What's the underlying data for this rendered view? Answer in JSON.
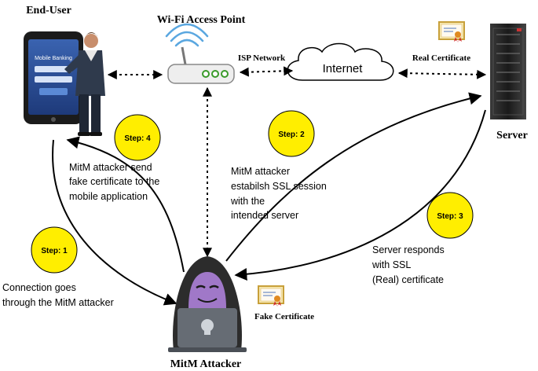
{
  "nodes": {
    "end_user": "End-User",
    "access_point": "Wi-Fi Access Point",
    "server": "Server",
    "attacker": "MitM Attacker",
    "internet": "Internet"
  },
  "links": {
    "isp_network": "ISP Network",
    "real_certificate": "Real Certificate",
    "fake_certificate": "Fake Certificate"
  },
  "phone_screen": {
    "title": "Mobile Banking"
  },
  "steps": [
    {
      "badge": "Step: 1",
      "lines": [
        "Connection goes",
        "through the MitM attacker"
      ]
    },
    {
      "badge": "Step: 2",
      "lines": [
        "MitM attacker",
        "estabilsh SSL session",
        "with the",
        "intended server"
      ]
    },
    {
      "badge": "Step: 3",
      "lines": [
        "Server responds",
        "with SSL",
        "(Real) certificate"
      ]
    },
    {
      "badge": "Step: 4",
      "lines": [
        "MitM attacker send",
        "fake certificate to the",
        "mobile application"
      ]
    }
  ],
  "colors": {
    "step_badge": "#ffee00",
    "router_led": "#66dd44",
    "attacker_mask": "#a078c8",
    "certificate_seal": "#e08a20"
  },
  "icons": [
    "smartphone-icon",
    "person-icon",
    "router-icon",
    "wifi-icon",
    "cloud-icon",
    "server-icon",
    "certificate-icon",
    "hacker-icon",
    "laptop-icon"
  ]
}
